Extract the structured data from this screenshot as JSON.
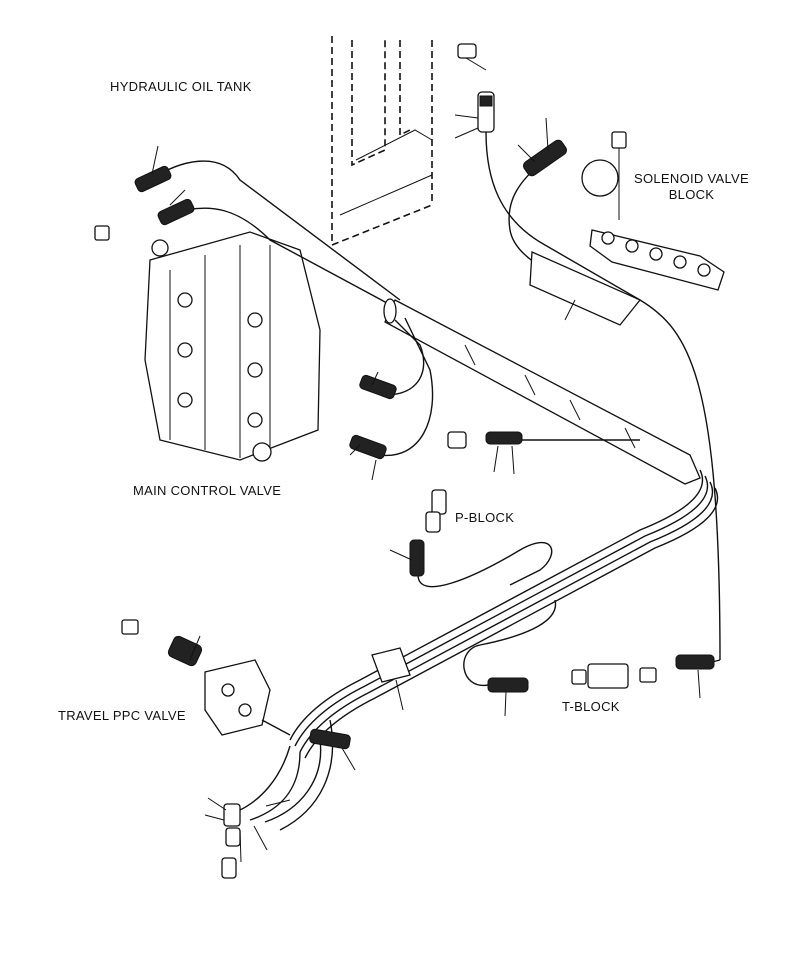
{
  "labels": {
    "hydraulic_oil_tank": "HYDRAULIC OIL TANK",
    "solenoid_valve_block_line1": "SOLENOID VALVE",
    "solenoid_valve_block_line2": "BLOCK",
    "main_control_valve": "MAIN CONTROL VALVE",
    "p_block": "P-BLOCK",
    "travel_ppc_valve": "TRAVEL PPC VALVE",
    "t_block": "T-BLOCK"
  }
}
